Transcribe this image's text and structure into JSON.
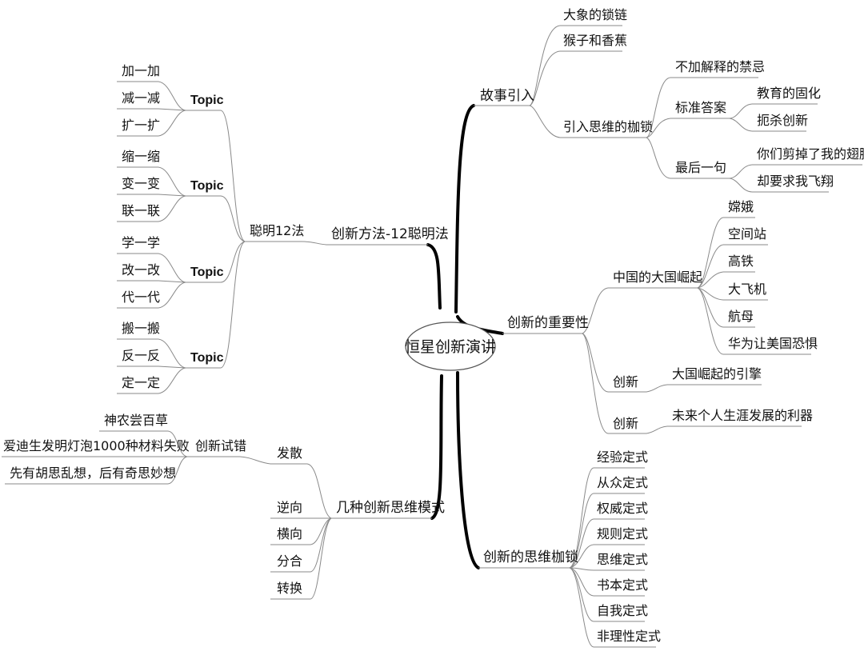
{
  "root": {
    "label": "恒星创新演讲"
  },
  "right": {
    "story": {
      "label": "故事引入",
      "items": [
        "大象的锁链",
        "猴子和香蕉"
      ],
      "chains": {
        "label": "引入思维的枷锁",
        "taboo": "不加解释的禁忌",
        "standard": {
          "label": "标准答案",
          "items": [
            "教育的固化",
            "扼杀创新"
          ]
        },
        "last": {
          "label": "最后一句",
          "items": [
            "你们剪掉了我的翅膀",
            "却要求我飞翔"
          ]
        }
      }
    },
    "importance": {
      "label": "创新的重要性",
      "rise": {
        "label": "中国的大国崛起",
        "items": [
          "嫦娥",
          "空间站",
          "高铁",
          "大飞机",
          "航母",
          "华为让美国恐惧"
        ]
      },
      "engine": {
        "label": "创新",
        "value": "大国崛起的引擎"
      },
      "tool": {
        "label": "创新",
        "value": "未来个人生涯发展的利器"
      }
    },
    "shackles": {
      "label": "创新的思维枷锁",
      "items": [
        "经验定式",
        "从众定式",
        "权威定式",
        "规则定式",
        "思维定式",
        "书本定式",
        "自我定式",
        "非理性定式"
      ]
    }
  },
  "left": {
    "methods": {
      "label": "创新方法-12聪明法",
      "sub": "聪明12法",
      "groups": [
        {
          "label": "Topic",
          "items": [
            "加一加",
            "减一减",
            "扩一扩"
          ]
        },
        {
          "label": "Topic",
          "items": [
            "缩一缩",
            "变一变",
            "联一联"
          ]
        },
        {
          "label": "Topic",
          "items": [
            "学一学",
            "改一改",
            "代一代"
          ]
        },
        {
          "label": "Topic",
          "items": [
            "搬一搬",
            "反一反",
            "定一定"
          ]
        }
      ]
    },
    "modes": {
      "label": "几种创新思维模式",
      "diverge": {
        "label": "发散",
        "trial": {
          "label": "创新试错",
          "items": [
            "神农尝百草",
            "爱迪生发明灯泡1000种材料失败",
            "先有胡思乱想，后有奇思妙想"
          ]
        }
      },
      "others": [
        "逆向",
        "横向",
        "分合",
        "转换"
      ]
    }
  }
}
